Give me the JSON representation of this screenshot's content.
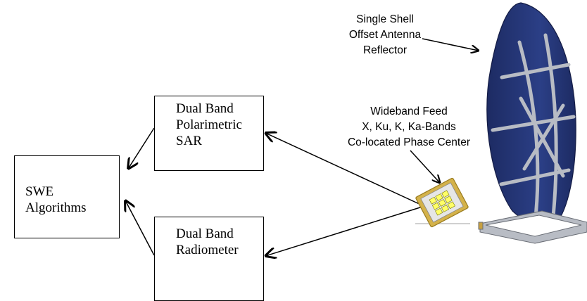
{
  "blocks": {
    "swe": {
      "lines": [
        "SWE",
        "Algorithms"
      ]
    },
    "sar": {
      "lines": [
        "Dual Band",
        "Polarimetric",
        "SAR"
      ]
    },
    "radiometer": {
      "lines": [
        "Dual Band",
        "Radiometer"
      ]
    }
  },
  "callouts": {
    "reflector": {
      "lines": [
        "Single Shell",
        "Offset Antenna",
        "Reflector"
      ]
    },
    "feed": {
      "lines": [
        "Wideband Feed",
        "X, Ku, K, Ka-Bands",
        "Co-located Phase Center"
      ]
    }
  },
  "colors": {
    "reflector_blue": "#2b3f86",
    "reflector_blue_dark": "#1d2b63",
    "feed_gold": "#d4b24a",
    "feed_grid": "#ffff66",
    "frame_gray": "#b8bcc4"
  }
}
